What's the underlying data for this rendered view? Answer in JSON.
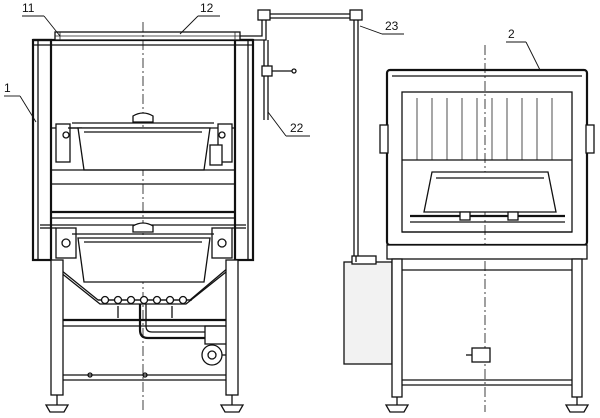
{
  "figure": {
    "labels": [
      {
        "id": "callout-1",
        "text": "1"
      },
      {
        "id": "callout-11",
        "text": "11"
      },
      {
        "id": "callout-12",
        "text": "12"
      },
      {
        "id": "callout-23",
        "text": "23"
      },
      {
        "id": "callout-2",
        "text": "2"
      },
      {
        "id": "callout-22",
        "text": "22"
      }
    ]
  }
}
